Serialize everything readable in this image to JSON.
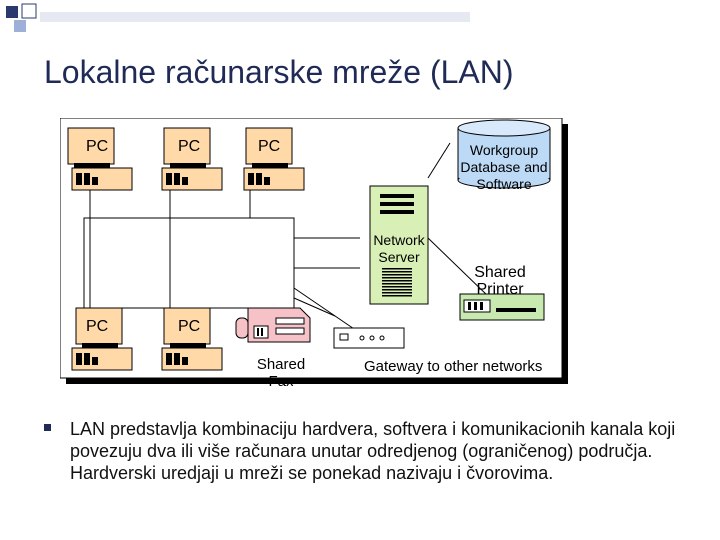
{
  "slide": {
    "title": "Lokalne računarske mreže (LAN)",
    "bullet": "LAN predstavlja kombinaciju hardvera, softvera i komunikacionih kanala koji povezuju dva ili više računara unutar odredjenog (ograničenog) područja. Hardverski uredjaji u mreži se ponekad nazivaju i čvorovima."
  },
  "diagram": {
    "pcs": [
      "PC",
      "PC",
      "PC",
      "PC",
      "PC"
    ],
    "workgroup_db": "Workgroup Database and Software",
    "network_server": "Network Server",
    "shared_printer": "Shared Printer",
    "shared_fax": "Shared Fax",
    "gateway": "Gateway to other networks"
  },
  "colors": {
    "accent": "#1f2a57",
    "device_fill": "#ffd9a8",
    "db_fill": "#bcd9f5",
    "server_fill": "#d8f0b5",
    "printer_fill": "#c8eab0",
    "fax_fill": "#f6c2c8",
    "deco_square": "#2b3a6e",
    "deco_square_light": "#9fb0d8"
  }
}
